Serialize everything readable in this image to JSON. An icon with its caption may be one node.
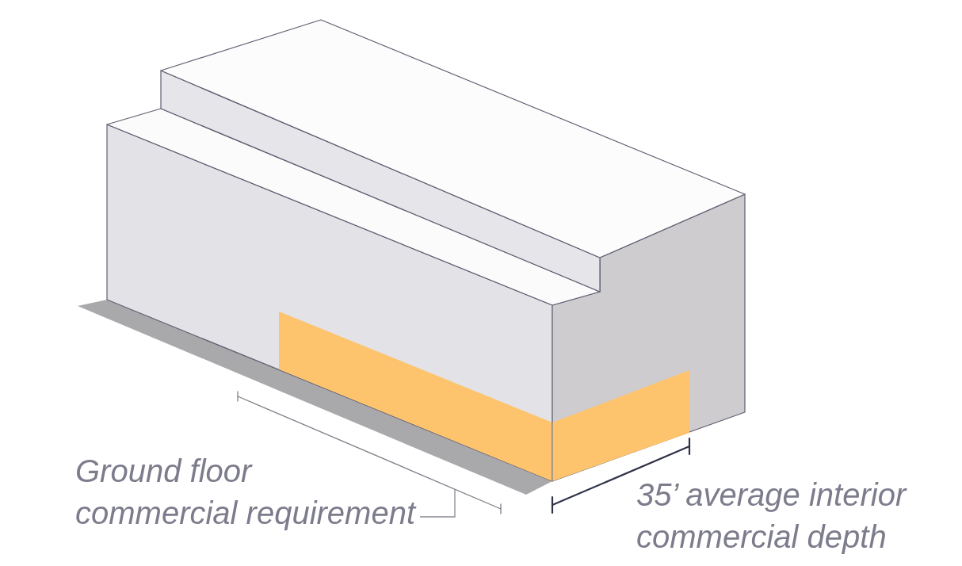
{
  "diagram": {
    "nodes": [
      {
        "text": [
          "Ground floor commercial requirement"
        ]
      },
      {
        "text": [],
        "shape": "bracket"
      }
    ],
    "edges": [
      {
        "from": 0,
        "to": 1,
        "arrow": "none"
      }
    ],
    "labels": [
      "35’ average interior commercial depth"
    ]
  }
}
